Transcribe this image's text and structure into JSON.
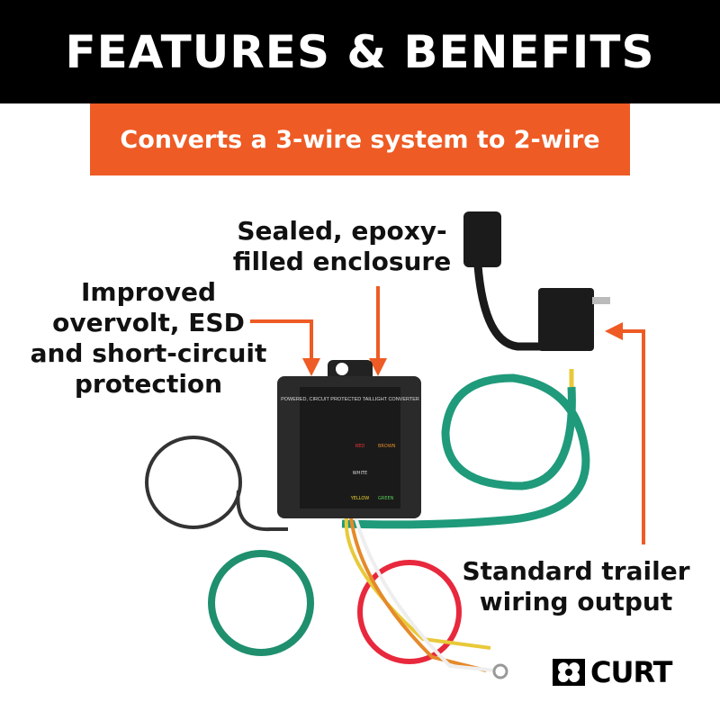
{
  "header": {
    "title": "FEATURES & BENEFITS"
  },
  "banner": {
    "text": "Converts a 3-wire system to 2-wire"
  },
  "callouts": {
    "enclosure": [
      "Sealed, epoxy-",
      "filled enclosure"
    ],
    "protection": [
      "Improved",
      "overvolt, ESD",
      "and short-circuit",
      "protection"
    ],
    "output": [
      "Standard trailer",
      "wiring output"
    ]
  },
  "product_label": {
    "title": "POWERED, CIRCUIT PROTECTED TAILLIGHT CONVERTER"
  },
  "brand": {
    "name": "CURT"
  },
  "colors": {
    "accent": "#ee5b24",
    "header_bg": "#000000",
    "wire_green": "#1f9a7a",
    "wire_red": "#e8283c"
  }
}
